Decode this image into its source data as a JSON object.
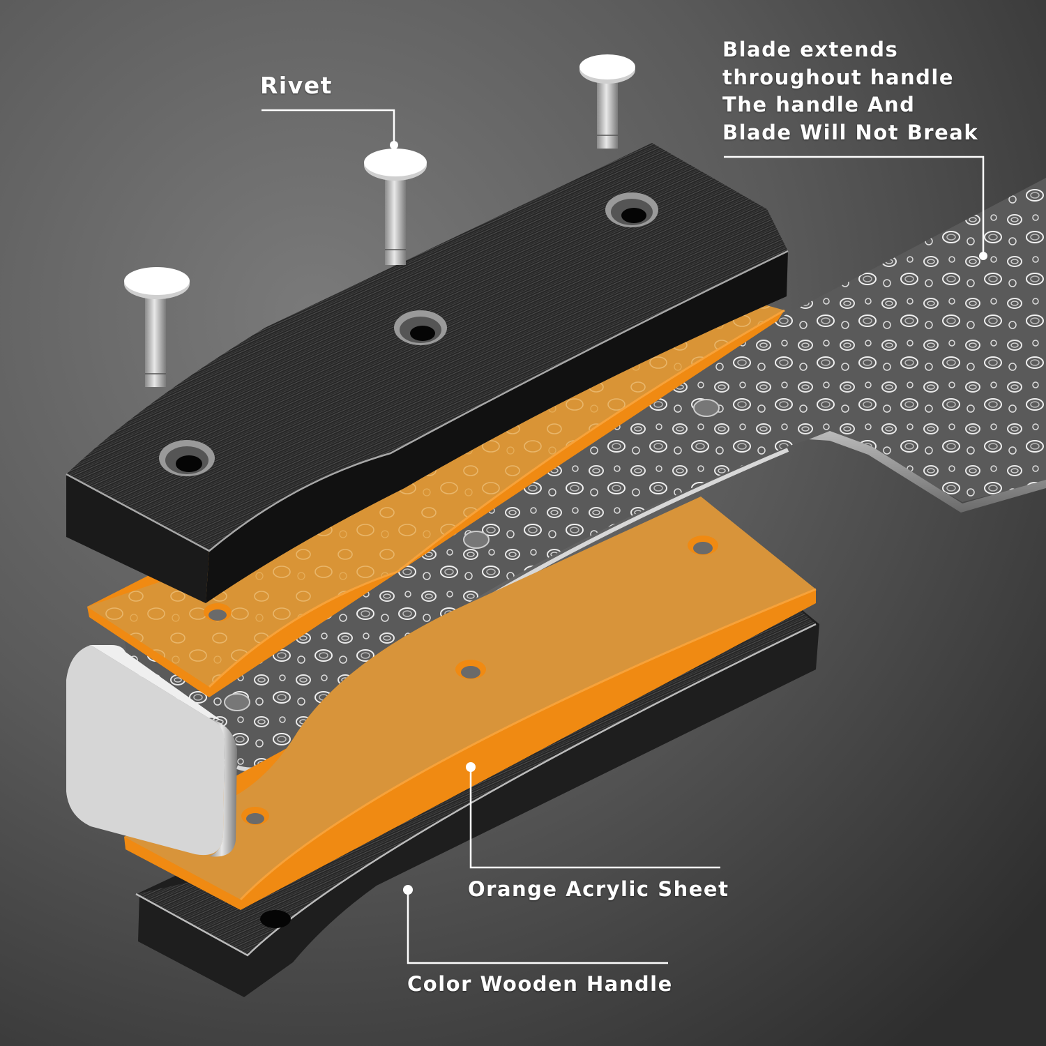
{
  "diagram": {
    "subject": "Exploded view of a Damascus knife handle assembly",
    "background_color": "#4a4a4a",
    "colors": {
      "acrylic_orange": "#f08a12",
      "acrylic_face": "#d9952f",
      "wood_dark": "#2a2a2a",
      "wood_grain": "#555555",
      "steel_light": "#e4e4e4",
      "label_text": "#ffffff",
      "callout_line": "#ffffff"
    },
    "callouts": [
      {
        "id": "rivet",
        "text": "Rivet",
        "points_to": "rivet"
      },
      {
        "id": "blade-tang",
        "lines": [
          "Blade extends",
          "throughout handle",
          "The handle And",
          "Blade Will Not Break"
        ],
        "points_to": "damascus blade / full tang"
      },
      {
        "id": "acrylic",
        "text": "Orange Acrylic Sheet",
        "points_to": "orange acrylic spacer"
      },
      {
        "id": "wood",
        "text": "Color Wooden Handle",
        "points_to": "wooden handle scale"
      }
    ],
    "components": [
      {
        "name": "rivet",
        "count": 3
      },
      {
        "name": "upper-wooden-scale",
        "holes": 3
      },
      {
        "name": "upper-acrylic-sheet",
        "holes": 3
      },
      {
        "name": "damascus-tang",
        "holes": 3
      },
      {
        "name": "lower-acrylic-sheet",
        "holes": 3
      },
      {
        "name": "lower-wooden-scale",
        "holes": 3
      },
      {
        "name": "steel-end-cap",
        "count": 1
      }
    ]
  }
}
